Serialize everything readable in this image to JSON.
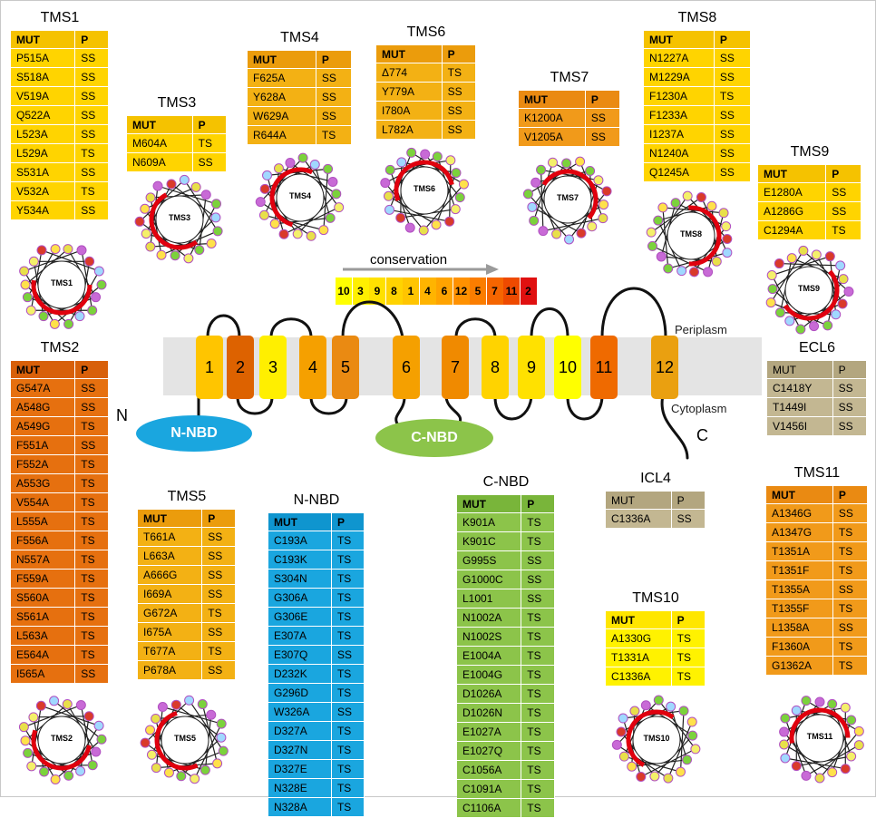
{
  "colors": {
    "yellow": "#ffd400",
    "orange": "#f3b114",
    "dark_orange": "#e6700f",
    "mid_orange": "#f19a1a",
    "bright_yellow": "#fff200",
    "blue": "#1aa6df",
    "green": "#8cc44a",
    "tan": "#c3b792",
    "helix_red": "#e0000e"
  },
  "header": {
    "mut": "MUT",
    "p": "P"
  },
  "groups": {
    "tms1": {
      "title": "TMS1",
      "rows": [
        [
          "P515A",
          "SS"
        ],
        [
          "S518A",
          "SS"
        ],
        [
          "V519A",
          "SS"
        ],
        [
          "Q522A",
          "SS"
        ],
        [
          "L523A",
          "SS"
        ],
        [
          "L529A",
          "TS"
        ],
        [
          "S531A",
          "SS"
        ],
        [
          "V532A",
          "TS"
        ],
        [
          "Y534A",
          "SS"
        ]
      ]
    },
    "tms3": {
      "title": "TMS3",
      "rows": [
        [
          "M604A",
          "TS"
        ],
        [
          "N609A",
          "SS"
        ]
      ]
    },
    "tms4": {
      "title": "TMS4",
      "rows": [
        [
          "F625A",
          "SS"
        ],
        [
          "Y628A",
          "SS"
        ],
        [
          "W629A",
          "SS"
        ],
        [
          "R644A",
          "TS"
        ]
      ]
    },
    "tms6": {
      "title": "TMS6",
      "rows": [
        [
          "Δ774",
          "TS"
        ],
        [
          "Y779A",
          "SS"
        ],
        [
          "I780A",
          "SS"
        ],
        [
          "L782A",
          "SS"
        ]
      ]
    },
    "tms7": {
      "title": "TMS7",
      "rows": [
        [
          "K1200A",
          "SS"
        ],
        [
          "V1205A",
          "SS"
        ]
      ]
    },
    "tms8": {
      "title": "TMS8",
      "rows": [
        [
          "N1227A",
          "SS"
        ],
        [
          "M1229A",
          "SS"
        ],
        [
          "F1230A",
          "TS"
        ],
        [
          "F1233A",
          "SS"
        ],
        [
          "I1237A",
          "SS"
        ],
        [
          "N1240A",
          "SS"
        ],
        [
          "Q1245A",
          "SS"
        ]
      ]
    },
    "tms9": {
      "title": "TMS9",
      "rows": [
        [
          "E1280A",
          "SS"
        ],
        [
          "A1286G",
          "SS"
        ],
        [
          "C1294A",
          "TS"
        ]
      ]
    },
    "tms2": {
      "title": "TMS2",
      "rows": [
        [
          "G547A",
          "SS"
        ],
        [
          "A548G",
          "SS"
        ],
        [
          "A549G",
          "TS"
        ],
        [
          "F551A",
          "SS"
        ],
        [
          "F552A",
          "TS"
        ],
        [
          "A553G",
          "TS"
        ],
        [
          "V554A",
          "TS"
        ],
        [
          "L555A",
          "TS"
        ],
        [
          "F556A",
          "TS"
        ],
        [
          "N557A",
          "TS"
        ],
        [
          "F559A",
          "TS"
        ],
        [
          "S560A",
          "TS"
        ],
        [
          "S561A",
          "TS"
        ],
        [
          "L563A",
          "TS"
        ],
        [
          "E564A",
          "TS"
        ],
        [
          "I565A",
          "SS"
        ]
      ]
    },
    "tms5": {
      "title": "TMS5",
      "rows": [
        [
          "T661A",
          "SS"
        ],
        [
          "L663A",
          "SS"
        ],
        [
          "A666G",
          "SS"
        ],
        [
          "I669A",
          "SS"
        ],
        [
          "G672A",
          "TS"
        ],
        [
          "I675A",
          "SS"
        ],
        [
          "T677A",
          "TS"
        ],
        [
          "P678A",
          "SS"
        ]
      ]
    },
    "nnbd": {
      "title": "N-NBD",
      "rows": [
        [
          "C193A",
          "TS"
        ],
        [
          "C193K",
          "TS"
        ],
        [
          "S304N",
          "TS"
        ],
        [
          "G306A",
          "TS"
        ],
        [
          "G306E",
          "TS"
        ],
        [
          "E307A",
          "TS"
        ],
        [
          "E307Q",
          "SS"
        ],
        [
          "D232K",
          "TS"
        ],
        [
          "G296D",
          "TS"
        ],
        [
          "W326A",
          "SS"
        ],
        [
          "D327A",
          "TS"
        ],
        [
          "D327N",
          "TS"
        ],
        [
          "D327E",
          "TS"
        ],
        [
          "N328E",
          "TS"
        ],
        [
          "N328A",
          "TS"
        ]
      ]
    },
    "cnbd": {
      "title": "C-NBD",
      "rows": [
        [
          "K901A",
          "TS"
        ],
        [
          "K901C",
          "TS"
        ],
        [
          "G995S",
          "SS"
        ],
        [
          "G1000C",
          "SS"
        ],
        [
          "L1001",
          "SS"
        ],
        [
          "N1002A",
          "TS"
        ],
        [
          "N1002S",
          "TS"
        ],
        [
          "E1004A",
          "TS"
        ],
        [
          "E1004G",
          "TS"
        ],
        [
          "D1026A",
          "TS"
        ],
        [
          "D1026N",
          "TS"
        ],
        [
          "E1027A",
          "TS"
        ],
        [
          "E1027Q",
          "TS"
        ],
        [
          "C1056A",
          "TS"
        ],
        [
          "C1091A",
          "TS"
        ],
        [
          "C1106A",
          "TS"
        ]
      ]
    },
    "icl4": {
      "title": "ICL4",
      "rows": [
        [
          "C1336A",
          "SS"
        ]
      ]
    },
    "ecl6": {
      "title": "ECL6",
      "rows": [
        [
          "C1418Y",
          "SS"
        ],
        [
          "T1449I",
          "SS"
        ],
        [
          "V1456I",
          "SS"
        ]
      ]
    },
    "tms10": {
      "title": "TMS10",
      "rows": [
        [
          "A1330G",
          "TS"
        ],
        [
          "T1331A",
          "TS"
        ],
        [
          "C1336A",
          "TS"
        ]
      ]
    },
    "tms11": {
      "title": "TMS11",
      "rows": [
        [
          "A1346G",
          "SS"
        ],
        [
          "A1347G",
          "TS"
        ],
        [
          "T1351A",
          "TS"
        ],
        [
          "T1351F",
          "TS"
        ],
        [
          "T1355A",
          "SS"
        ],
        [
          "T1355F",
          "TS"
        ],
        [
          "L1358A",
          "SS"
        ],
        [
          "F1360A",
          "TS"
        ],
        [
          "G1362A",
          "TS"
        ]
      ]
    }
  },
  "wheels": [
    "TMS1",
    "TMS3",
    "TMS4",
    "TMS6",
    "TMS7",
    "TMS8",
    "TMS9",
    "TMS2",
    "TMS5",
    "TMS10",
    "TMS11"
  ],
  "topology": {
    "conservation_label": "conservation",
    "conservation_scale": [
      {
        "v": "10",
        "c": "#ffff00"
      },
      {
        "v": "3",
        "c": "#ffef00"
      },
      {
        "v": "9",
        "c": "#ffe100"
      },
      {
        "v": "8",
        "c": "#ffd300"
      },
      {
        "v": "1",
        "c": "#ffc500"
      },
      {
        "v": "4",
        "c": "#ffb400"
      },
      {
        "v": "6",
        "c": "#ffa300"
      },
      {
        "v": "12",
        "c": "#ff9100"
      },
      {
        "v": "5",
        "c": "#fb7d00"
      },
      {
        "v": "7",
        "c": "#f56500"
      },
      {
        "v": "11",
        "c": "#ee4a00"
      },
      {
        "v": "2",
        "c": "#e01010"
      }
    ],
    "helices": [
      {
        "n": "1",
        "c": "#ffc500"
      },
      {
        "n": "2",
        "c": "#dd6200"
      },
      {
        "n": "3",
        "c": "#ffef00"
      },
      {
        "n": "4",
        "c": "#f5a000"
      },
      {
        "n": "5",
        "c": "#ea8a12"
      },
      {
        "n": "6",
        "c": "#f5a000"
      },
      {
        "n": "7",
        "c": "#f08a00"
      },
      {
        "n": "8",
        "c": "#ffd300"
      },
      {
        "n": "9",
        "c": "#ffe100"
      },
      {
        "n": "10",
        "c": "#ffff00"
      },
      {
        "n": "11",
        "c": "#ef6a00"
      },
      {
        "n": "12",
        "c": "#eaa010"
      }
    ],
    "periplasm": "Periplasm",
    "cytoplasm": "Cytoplasm",
    "n_term": "N",
    "c_term": "C",
    "nnbd_label": "N-NBD",
    "cnbd_label": "C-NBD"
  }
}
